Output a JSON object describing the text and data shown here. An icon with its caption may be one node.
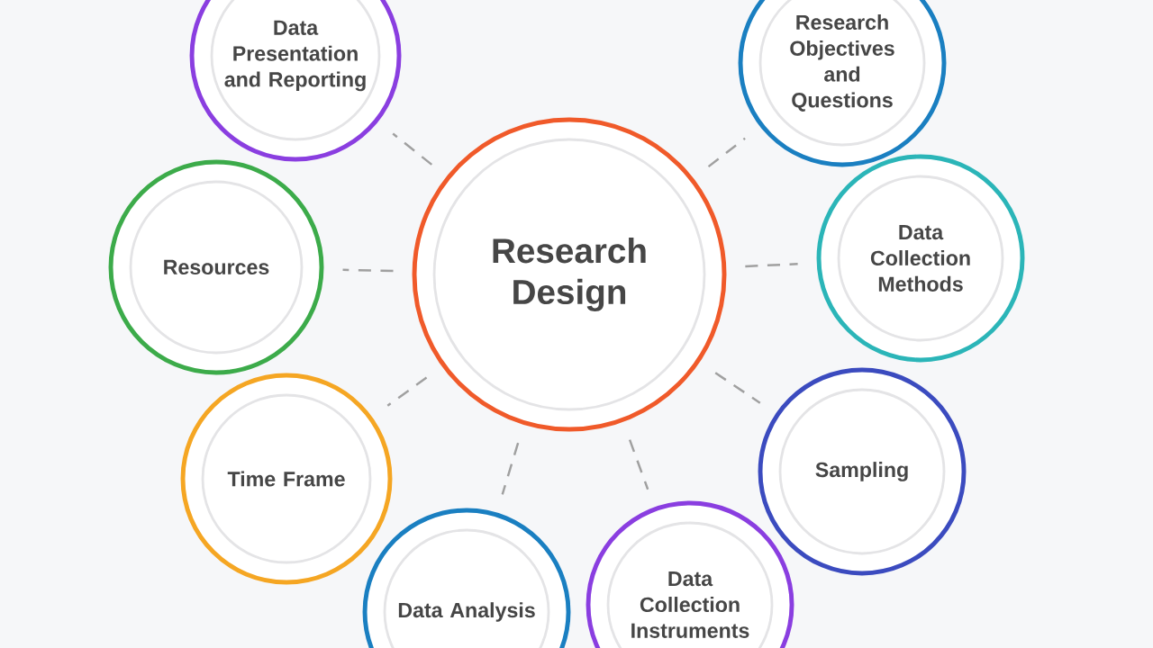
{
  "diagram": {
    "nodes": [
      {
        "text": [
          "Research Design"
        ]
      },
      {
        "text": [
          "Research Objectives and Questions"
        ]
      },
      {
        "text": [
          "Data Collection Methods"
        ]
      },
      {
        "text": [
          "Sampling"
        ]
      },
      {
        "text": [
          "Data Collection Instruments"
        ]
      },
      {
        "text": [
          "Data Analysis"
        ]
      },
      {
        "text": [
          "Time Frame"
        ]
      },
      {
        "text": [
          "Resources"
        ]
      },
      {
        "text": [
          "Data Presentation and Reporting"
        ]
      }
    ],
    "edges": [
      {
        "from": 0,
        "to": 1,
        "arrow": "none",
        "style": "dashed"
      },
      {
        "from": 0,
        "to": 2,
        "arrow": "none",
        "style": "dashed"
      },
      {
        "from": 0,
        "to": 3,
        "arrow": "none",
        "style": "dashed"
      },
      {
        "from": 0,
        "to": 4,
        "arrow": "none",
        "style": "dashed"
      },
      {
        "from": 0,
        "to": 5,
        "arrow": "none",
        "style": "dashed"
      },
      {
        "from": 0,
        "to": 6,
        "arrow": "none",
        "style": "dashed"
      },
      {
        "from": 0,
        "to": 7,
        "arrow": "none",
        "style": "dashed"
      },
      {
        "from": 0,
        "to": 8,
        "arrow": "none",
        "style": "dashed"
      }
    ]
  }
}
